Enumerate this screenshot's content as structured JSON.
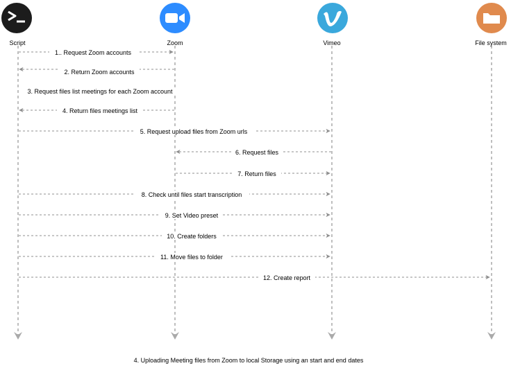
{
  "actors": [
    {
      "id": "script",
      "label": "Script",
      "icon": "terminal-icon",
      "color": "#1c1c1c"
    },
    {
      "id": "zoom",
      "label": "Zoom",
      "icon": "zoom-camera-icon",
      "color": "#2d8cff"
    },
    {
      "id": "vimeo",
      "label": "Vimeo",
      "icon": "vimeo-icon",
      "color": "#3aa8dc"
    },
    {
      "id": "fs",
      "label": "File system",
      "icon": "folder-icon",
      "color": "#e08a4d"
    }
  ],
  "messages": [
    {
      "from": "script",
      "to": "zoom",
      "label": "1.. Request Zoom accounts"
    },
    {
      "from": "zoom",
      "to": "script",
      "label": "2. Return Zoom accounts"
    },
    {
      "from": "script",
      "to": "zoom",
      "label": "3. Request files list meetings for each Zoom account"
    },
    {
      "from": "zoom",
      "to": "script",
      "label": "4. Return files meetings list"
    },
    {
      "from": "script",
      "to": "vimeo",
      "label": "5. Request upload files from Zoom urls"
    },
    {
      "from": "vimeo",
      "to": "zoom",
      "label": "6. Request files"
    },
    {
      "from": "zoom",
      "to": "vimeo",
      "label": "7. Return files"
    },
    {
      "from": "script",
      "to": "vimeo",
      "label": "8. Check until files start transcription"
    },
    {
      "from": "script",
      "to": "vimeo",
      "label": "9. Set Video preset"
    },
    {
      "from": "script",
      "to": "vimeo",
      "label": "10. Create folders"
    },
    {
      "from": "script",
      "to": "vimeo",
      "label": "11. Move files to folder"
    },
    {
      "from": "script",
      "to": "fs",
      "label": "12. Create report"
    }
  ],
  "caption": "4. Uploading Meeting files from Zoom to local Storage using an start and end dates"
}
